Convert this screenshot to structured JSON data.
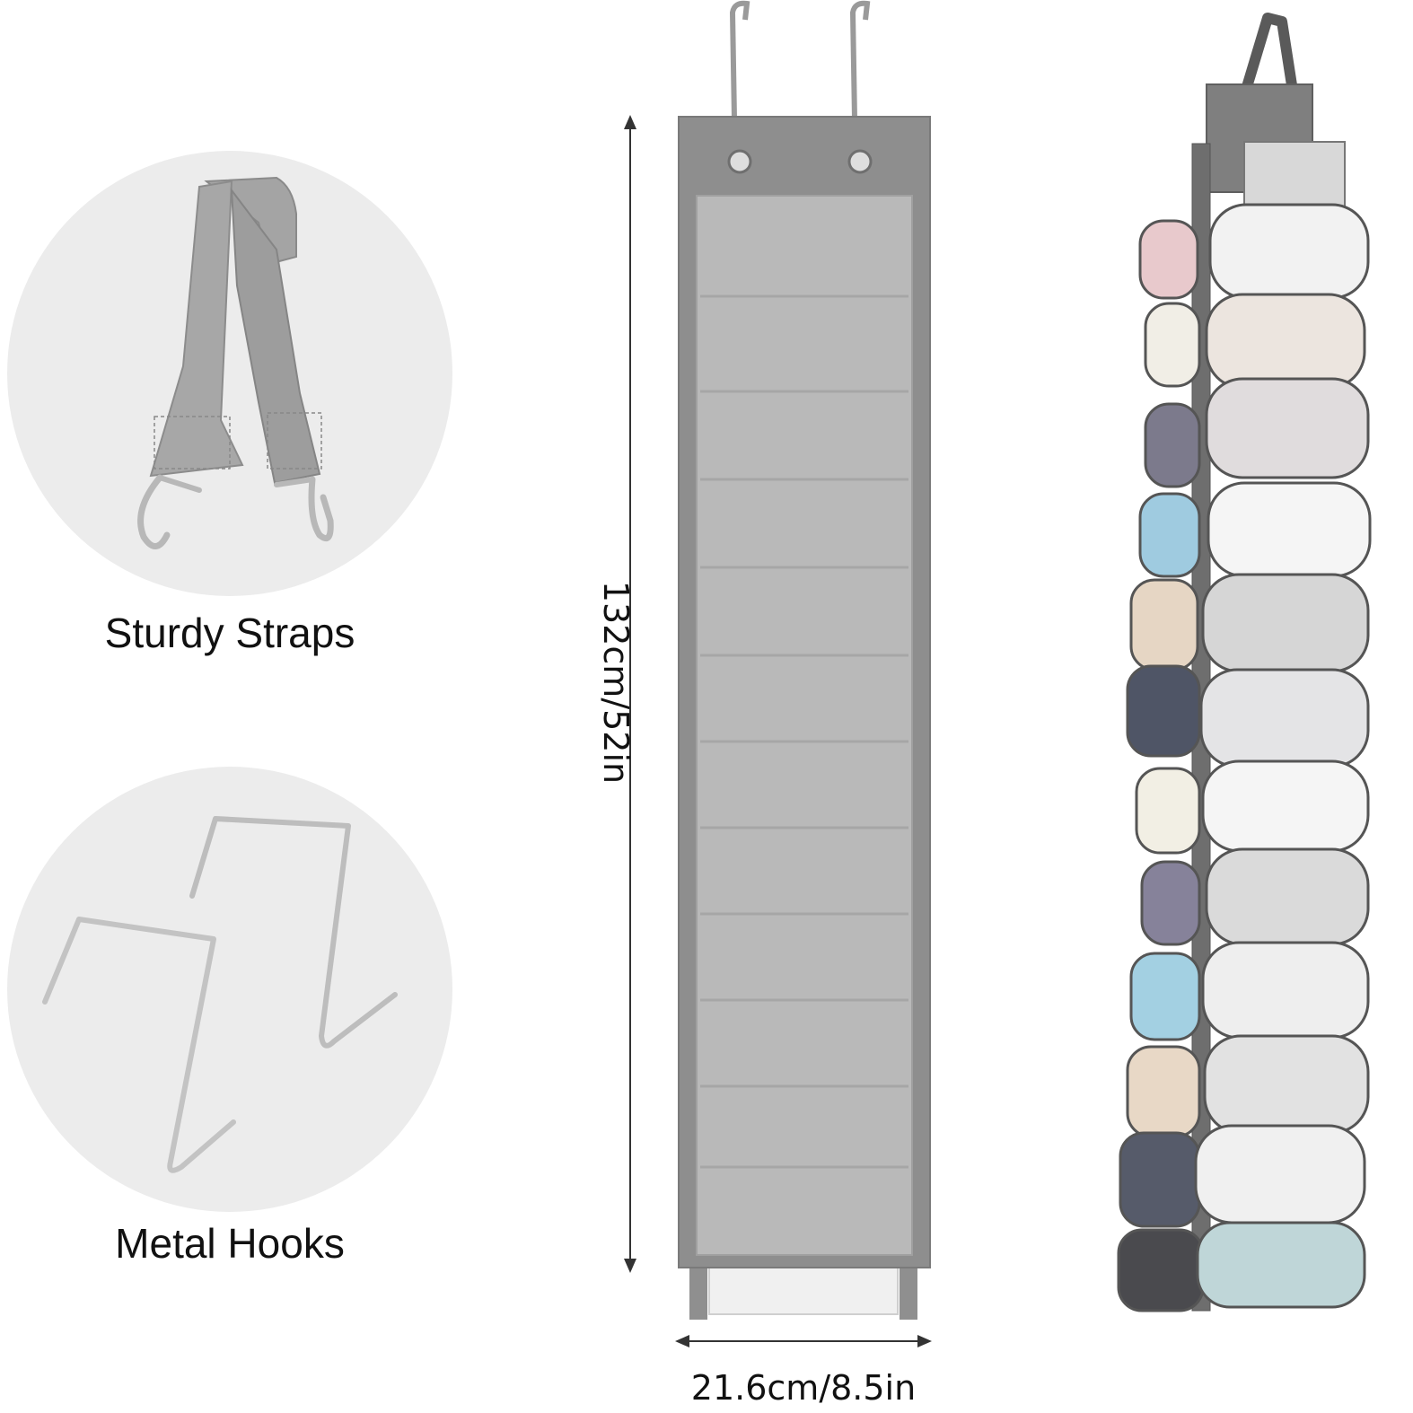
{
  "features": [
    {
      "id": "straps",
      "label": "Sturdy Straps",
      "icon": "strap-icon"
    },
    {
      "id": "hooks",
      "label": "Metal Hooks",
      "icon": "metal-hook-icon"
    }
  ],
  "dimensions": {
    "height_label": "132cm/52in",
    "width_label": "21.6cm/8.5in"
  },
  "colors": {
    "organizer_gray": "#8e8e8e",
    "pocket_clear": "#bdbdbd",
    "strap_gray": "#9a9a9a",
    "circle_bg": "#ececec"
  }
}
